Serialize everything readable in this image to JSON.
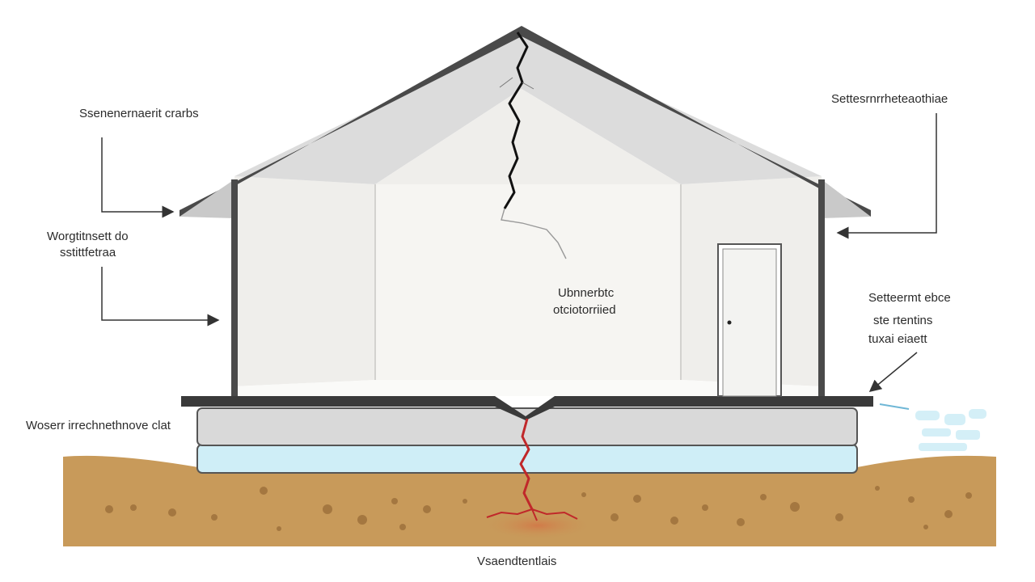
{
  "labels": {
    "roof_top_left": "Ssenenernaerit crarbs",
    "wall_left_line1": "Worgtitnsett do",
    "wall_left_line2": "sstittfetraa",
    "slab_left": "Woserr irrechnethnove clat",
    "roof_top_right": "Settesrnrrheteaothiae",
    "slab_right_line1": "Setteermt ebce",
    "slab_right_line2": "ste rtentins",
    "slab_right_line3": "tuxai eiaett",
    "room_center_line1": "Ubnnerbtc",
    "room_center_line2": "otciotorriied",
    "soil_bottom": "Vsaendtentlais"
  },
  "colors": {
    "roof_outline": "#4a4a4a",
    "roof_underside": "#c9c9c9",
    "wall_fill": "#f4f3f0",
    "slab_fill": "#d9d9d9",
    "water_layer": "#cfeef7",
    "soil": "#c89a5a",
    "crack_dark": "#111111",
    "crack_red": "#c0282a"
  }
}
